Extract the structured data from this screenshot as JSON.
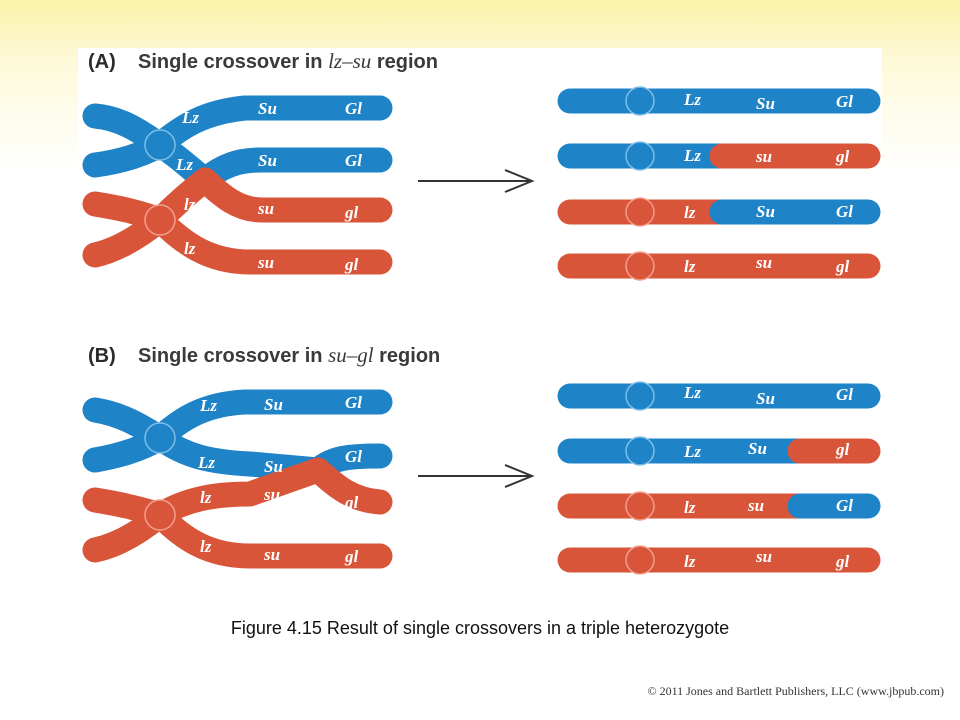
{
  "colors": {
    "dominant_blue": "#1f83c8",
    "recessive_orange": "#d9553a",
    "background_yellow": "#fbf3a8"
  },
  "panel_a": {
    "letter": "(A)",
    "title_prefix": "Single crossover in ",
    "title_region": "lz–su",
    "title_suffix": " region",
    "left": {
      "c1": {
        "lz": "Lz",
        "su": "Su",
        "gl": "Gl"
      },
      "c2": {
        "lz": "Lz",
        "su": "Su",
        "gl": "Gl"
      },
      "c3": {
        "lz": "lz",
        "su": "su",
        "gl": "gl"
      },
      "c4": {
        "lz": "lz",
        "su": "su",
        "gl": "gl"
      }
    },
    "right": {
      "r1": {
        "lz": "Lz",
        "su": "Su",
        "gl": "Gl"
      },
      "r2": {
        "lz": "Lz",
        "su": "su",
        "gl": "gl"
      },
      "r3": {
        "lz": "lz",
        "su": "Su",
        "gl": "Gl"
      },
      "r4": {
        "lz": "lz",
        "su": "su",
        "gl": "gl"
      }
    }
  },
  "panel_b": {
    "letter": "(B)",
    "title_prefix": "Single crossover in ",
    "title_region": "su–gl",
    "title_suffix": " region",
    "left": {
      "c1": {
        "lz": "Lz",
        "su": "Su",
        "gl": "Gl"
      },
      "c2": {
        "lz": "Lz",
        "su": "Su",
        "gl": "Gl"
      },
      "c3": {
        "lz": "lz",
        "su": "su",
        "gl": "gl"
      },
      "c4": {
        "lz": "lz",
        "su": "su",
        "gl": "gl"
      }
    },
    "right": {
      "r1": {
        "lz": "Lz",
        "su": "Su",
        "gl": "Gl"
      },
      "r2": {
        "lz": "Lz",
        "su": "Su",
        "gl": "gl"
      },
      "r3": {
        "lz": "lz",
        "su": "su",
        "gl": "Gl"
      },
      "r4": {
        "lz": "lz",
        "su": "su",
        "gl": "gl"
      }
    }
  },
  "caption": "Figure 4.15 Result of single crossovers in a triple heterozygote",
  "copyright": "© 2011 Jones and Bartlett Publishers, LLC (www.jbpub.com)"
}
